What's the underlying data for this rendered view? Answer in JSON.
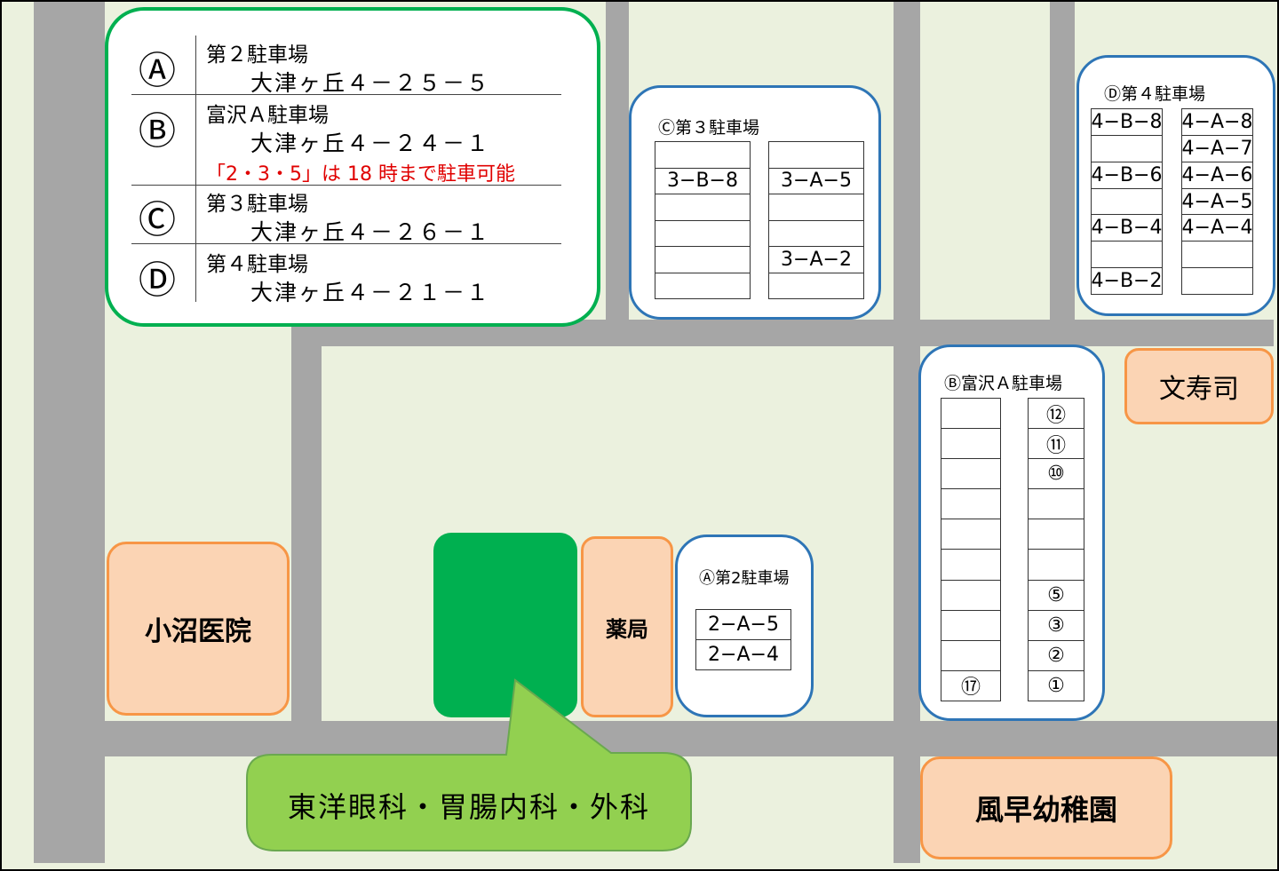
{
  "legend": {
    "entries": [
      {
        "letter": "Ⓐ",
        "name": "第２駐車場",
        "address": "大津ヶ丘４－２５－５"
      },
      {
        "letter": "Ⓑ",
        "name": "富沢Ａ駐車場",
        "address": "大津ヶ丘４－２４－１",
        "note": "「2・3・5」は 18 時まで駐車可能"
      },
      {
        "letter": "Ⓒ",
        "name": "第３駐車場",
        "address": "大津ヶ丘４－２６－１"
      },
      {
        "letter": "Ⓓ",
        "name": "第４駐車場",
        "address": "大津ヶ丘４－２１－１"
      }
    ]
  },
  "lots": {
    "c": {
      "title": "Ⓒ第３駐車場",
      "left": [
        "",
        "3−B−8",
        "",
        "",
        "",
        ""
      ],
      "right": [
        "",
        "3−A−5",
        "",
        "",
        "3−A−2",
        ""
      ]
    },
    "d": {
      "title": "Ⓓ第４駐車場",
      "left": [
        "4−B−8",
        "",
        "4−B−6",
        "",
        "4−B−4",
        "",
        "4−B−2"
      ],
      "right": [
        "4−A−8",
        "4−A−7",
        "4−A−6",
        "4−A−5",
        "4−A−4",
        "",
        ""
      ]
    },
    "b": {
      "title": "Ⓑ富沢Ａ駐車場",
      "left": [
        "",
        "",
        "",
        "",
        "",
        "",
        "",
        "",
        "",
        "⑰"
      ],
      "right": [
        "⑫",
        "⑪",
        "⑩",
        "",
        "",
        "",
        "⑤",
        "③",
        "②",
        "①"
      ]
    },
    "a": {
      "title": "Ⓐ第2駐車場",
      "cells": [
        "2−A−5",
        "2−A−4"
      ]
    }
  },
  "places": {
    "konuma": "小沼医院",
    "pharmacy": "薬局",
    "sushi": "文寿司",
    "kindergarten": "風早幼稚園",
    "clinic": "東洋眼科・胃腸内科・外科"
  },
  "colors": {
    "background": "#ebf1de",
    "road": "#a6a6a6",
    "clinic_building": "#00b050",
    "callout": "#92d050",
    "legend_border": "#00b050",
    "lot_border": "#2e75b6",
    "place_fill": "#fbd4b4",
    "place_border": "#f79646",
    "note_red": "#e00000"
  }
}
